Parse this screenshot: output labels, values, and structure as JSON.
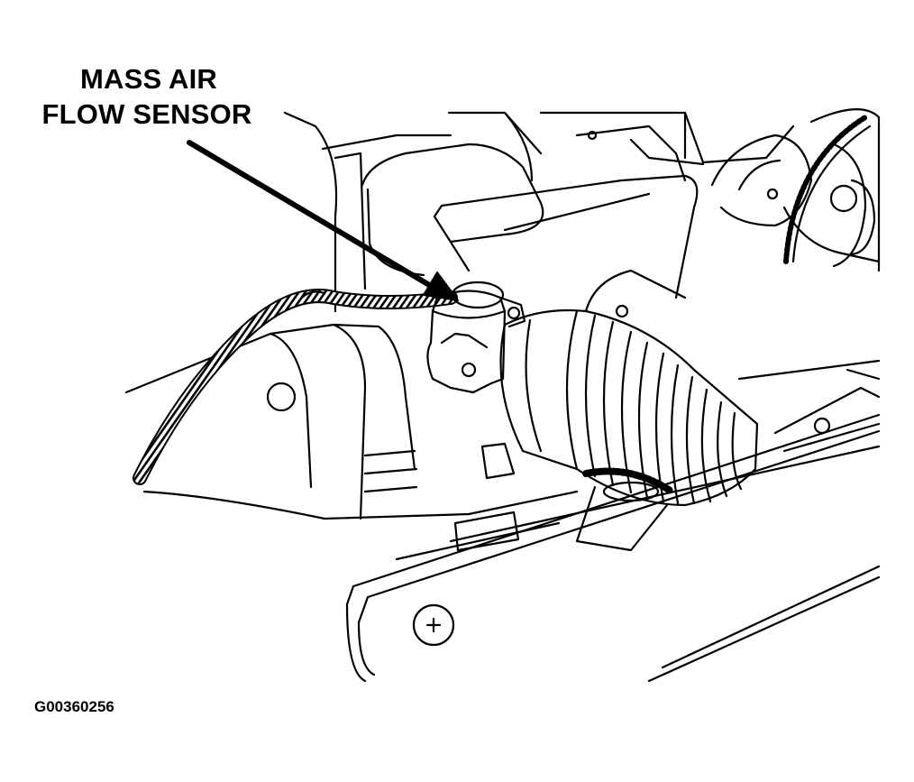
{
  "callout": {
    "line1": "MASS AIR",
    "line2": "FLOW SENSOR"
  },
  "figure_id": "G00360256",
  "colors": {
    "ink": "#000000",
    "paper": "#ffffff"
  }
}
